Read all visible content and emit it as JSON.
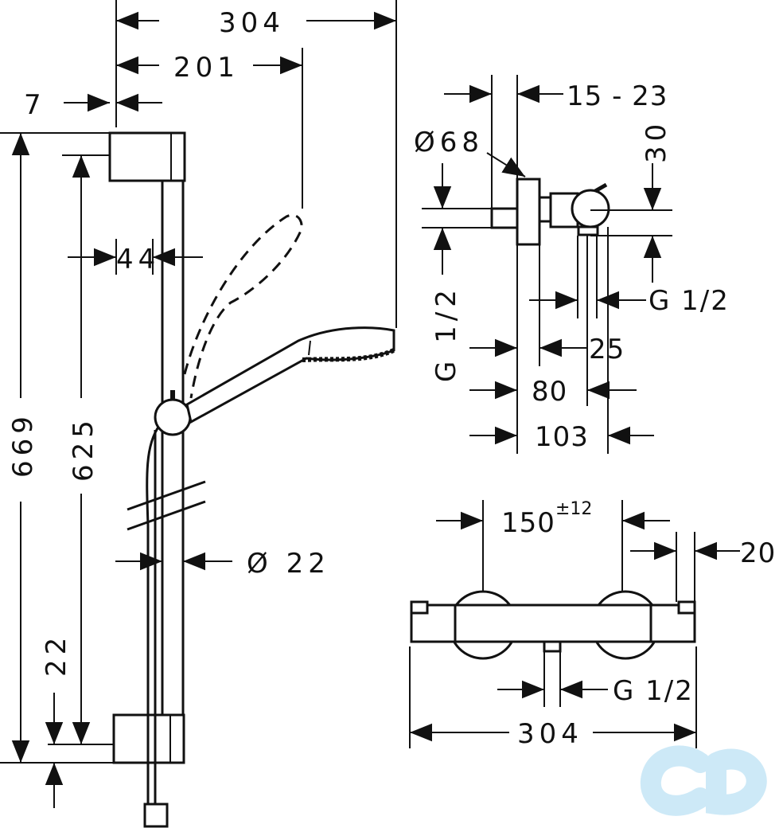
{
  "dimensions": {
    "total_width": "304",
    "handshower_reach": "201",
    "wall_offset": "7",
    "bar_height_total": "669",
    "bar_height_inner": "625",
    "bar_depth": "44",
    "bar_diameter": "Ø 22",
    "bottom_offset": "22",
    "escutcheon_diameter": "Ø68",
    "connection_range": "15 - 23",
    "outlet_height": "30",
    "thread_left": "G 1/2",
    "thread_right": "G 1/2",
    "dim_25": "25",
    "dim_80": "80",
    "dim_103": "103",
    "center_distance": "150",
    "center_tolerance": "±12",
    "end_width": "20",
    "thread_bottom": "G 1/2",
    "mixer_width": "304"
  },
  "brand": {
    "logo_text": "CD",
    "logo_color": "#cde9f7"
  }
}
